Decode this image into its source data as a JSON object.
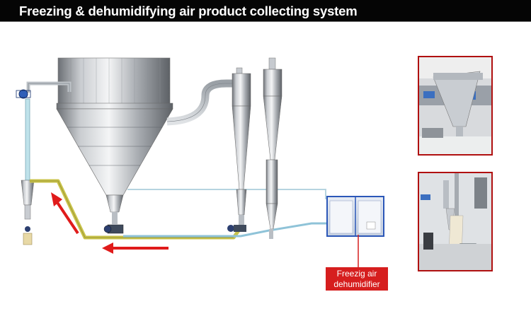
{
  "header": {
    "title": "Freezing & dehumidifying air product collecting system"
  },
  "diagram": {
    "callout_label_line1": "Freezig air",
    "callout_label_line2": "dehumidifier"
  },
  "colors": {
    "title_bg": "#050505",
    "arrow_red": "#e01b1b",
    "duct_yellow": "#c9c34a",
    "pipe_blue": "#8fc3d8",
    "label_bg": "#d61e1e",
    "photo_border": "#b01010",
    "dehumidifier_blue": "#2b57b8"
  },
  "icons": [
    "fan-motor-icon",
    "flow-arrow-icon"
  ]
}
